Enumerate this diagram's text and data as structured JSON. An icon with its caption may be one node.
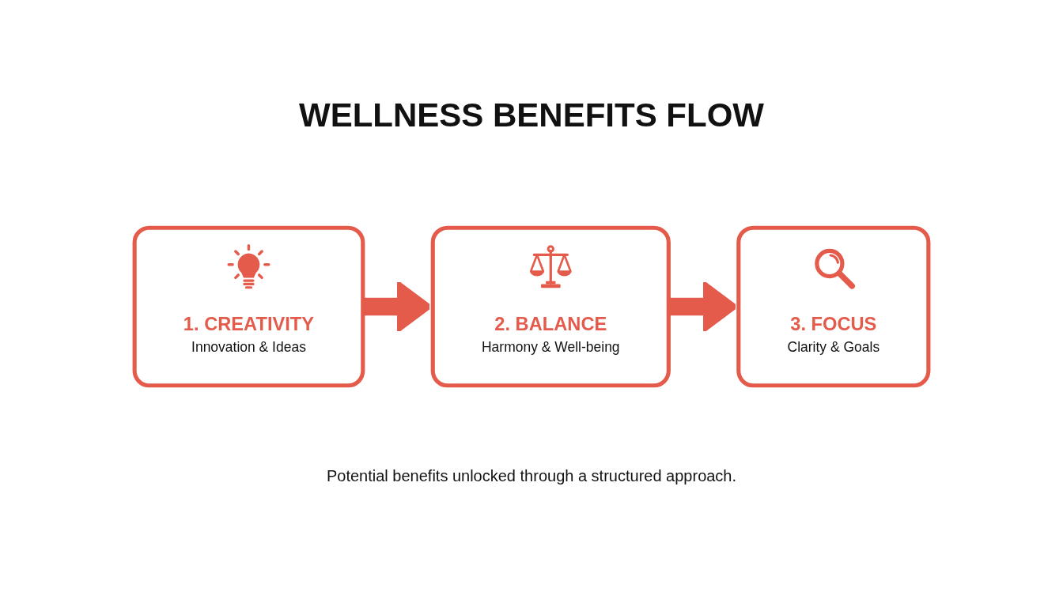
{
  "diagram": {
    "title": "WELLNESS BENEFITS FLOW",
    "nodes": [
      {
        "text": [
          "1. CREATIVITY",
          "Innovation & Ideas"
        ]
      },
      {
        "text": [
          "2. BALANCE",
          "Harmony & Well-being"
        ]
      },
      {
        "text": [
          "3. FOCUS",
          "Clarity & Goals"
        ]
      }
    ],
    "edges": [
      {
        "from": 0,
        "to": 1,
        "arrow": "to"
      },
      {
        "from": 1,
        "to": 2,
        "arrow": "to"
      }
    ],
    "caption": "Potential benefits unlocked through a structured approach."
  }
}
